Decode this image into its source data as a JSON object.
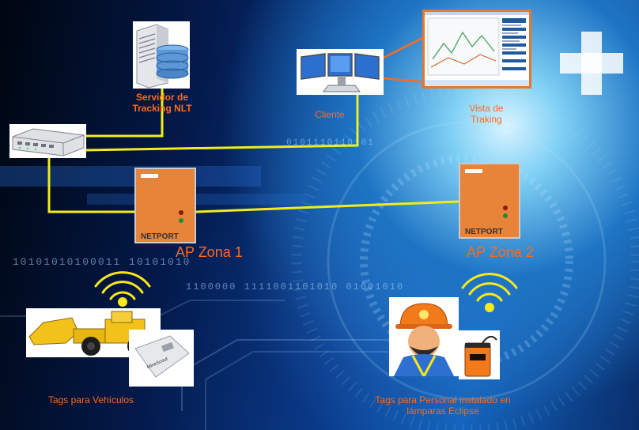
{
  "labels": {
    "server": [
      "Servidor de",
      "Tracking NLT"
    ],
    "client": "Cliente",
    "view": [
      "Vista de",
      "Traking"
    ],
    "ap1": "AP Zona 1",
    "ap2": "AP Zona 2",
    "vehicle_tags": "Tags para Vehículos",
    "personnel_tags": [
      "Tags para Personal instalado en",
      "lámparas Eclipse"
    ]
  },
  "device_text": {
    "ap_brand": "NETPORT",
    "tag_brand": "MineScout"
  },
  "background_text": {
    "binary_row_1": "10101010100011 10101010",
    "binary_row_2": "1100000 1111001101010 01001010",
    "binary_row_3": "0101110110101"
  },
  "colors": {
    "link": "#f2ec1a",
    "label": "#ff6a1a",
    "ap_body": "#e8833a",
    "signal": "#f7e81b"
  },
  "icons": [
    "server-icon",
    "network-switch-icon",
    "client-workstation-icon",
    "tracking-screenshot-icon",
    "access-point-icon",
    "wifi-signal-icon",
    "mining-loader-icon",
    "vehicle-tag-icon",
    "miner-avatar-icon",
    "cap-lamp-icon"
  ]
}
